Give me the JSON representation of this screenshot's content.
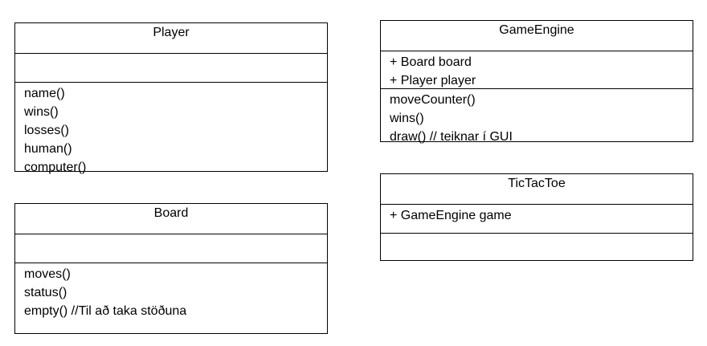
{
  "classes": {
    "player": {
      "name": "Player",
      "attributes": [],
      "methods": [
        "name()",
        "wins()",
        "losses()",
        "human()",
        "computer()"
      ]
    },
    "board": {
      "name": "Board",
      "attributes": [],
      "methods": [
        "moves()",
        "status()",
        "empty() //Til að taka stöðuna"
      ]
    },
    "gameengine": {
      "name": "GameEngine",
      "attributes": [
        "+ Board board",
        "+ Player player"
      ],
      "methods": [
        "moveCounter()",
        "wins()",
        "draw() // teiknar í GUI"
      ]
    },
    "tictactoe": {
      "name": "TicTacToe",
      "attributes": [
        "+ GameEngine game"
      ],
      "methods": []
    }
  }
}
